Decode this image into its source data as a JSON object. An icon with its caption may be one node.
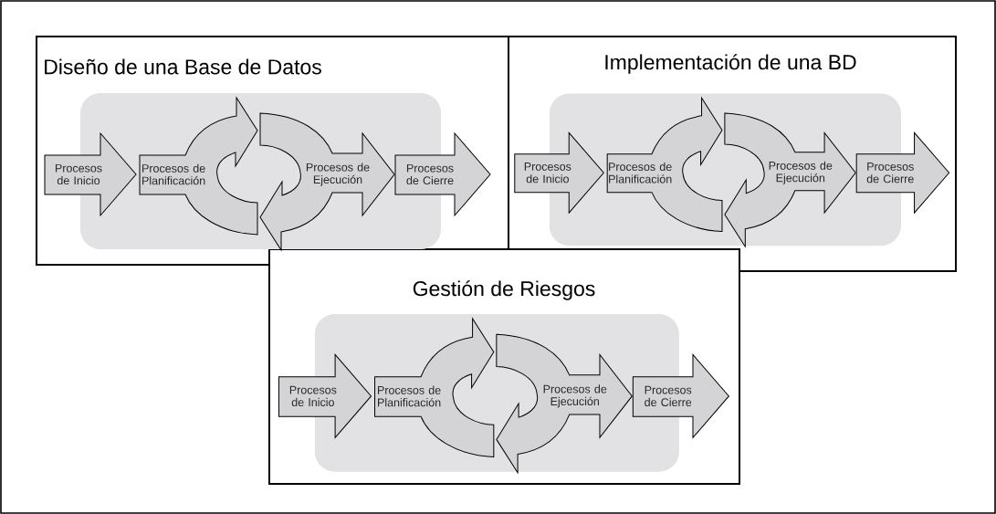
{
  "diagram": {
    "nodes": [
      {
        "text": [
          "Diseño de una Base de Datos"
        ]
      },
      {
        "text": [
          "Procesos de Inicio"
        ],
        "in": 0
      },
      {
        "text": [
          "Procesos de Planificación"
        ],
        "in": 0
      },
      {
        "text": [
          "Procesos de Ejecución"
        ],
        "in": 0
      },
      {
        "text": [
          "Procesos de Cierre"
        ],
        "in": 0
      },
      {
        "text": [
          "Implementación de una BD"
        ]
      },
      {
        "text": [
          "Procesos de Inicio"
        ],
        "in": 5
      },
      {
        "text": [
          "Procesos de Planificación"
        ],
        "in": 5
      },
      {
        "text": [
          "Procesos de Ejecución"
        ],
        "in": 5
      },
      {
        "text": [
          "Procesos de Cierre"
        ],
        "in": 5
      },
      {
        "text": [
          "Gestión de Riesgos"
        ]
      },
      {
        "text": [
          "Procesos de Inicio"
        ],
        "in": 10
      },
      {
        "text": [
          "Procesos de Planificación"
        ],
        "in": 10
      },
      {
        "text": [
          "Procesos de Ejecución"
        ],
        "in": 10
      },
      {
        "text": [
          "Procesos de Cierre"
        ],
        "in": 10
      }
    ]
  }
}
